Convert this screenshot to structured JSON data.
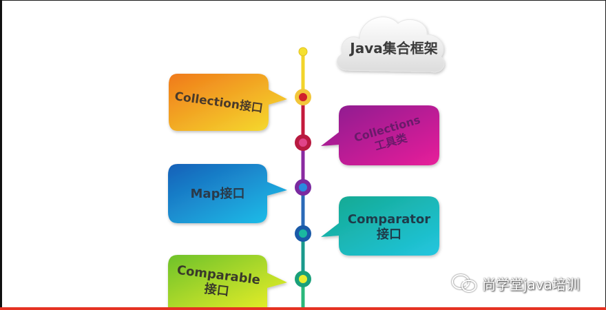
{
  "title": "Java集合框架",
  "bubbles": {
    "collection": {
      "label": "Collection接口",
      "color_start": "#f7931e",
      "color_end": "#f5d328",
      "text_color": "#4a3a2a"
    },
    "collections": {
      "line1": "Collections",
      "line2": "工具类",
      "color_start": "#8b1a8f",
      "color_end": "#e0229c",
      "text_color": "#6a1a6a"
    },
    "map": {
      "label": "Map接口",
      "color_start": "#1a6ec8",
      "color_end": "#1cc0e8",
      "text_color": "#2a3a4a"
    },
    "comparator": {
      "line1": "Comparator",
      "line2": "接口",
      "color_start": "#16b0a0",
      "color_end": "#1ec8d8",
      "text_color": "#1f3b4a"
    },
    "comparable": {
      "line1": "Comparable",
      "line2": "接口",
      "color_start": "#7cc62a",
      "color_end": "#e8ee22",
      "text_color": "#3a3a2a"
    }
  },
  "timeline_colors": [
    "#f5d328",
    "#c81e4a",
    "#7a2aa0",
    "#1a7ab8",
    "#1a9e8a",
    "#1ab878"
  ],
  "watermark": {
    "text": "尚学堂java培训",
    "icon": "wechat-icon"
  }
}
